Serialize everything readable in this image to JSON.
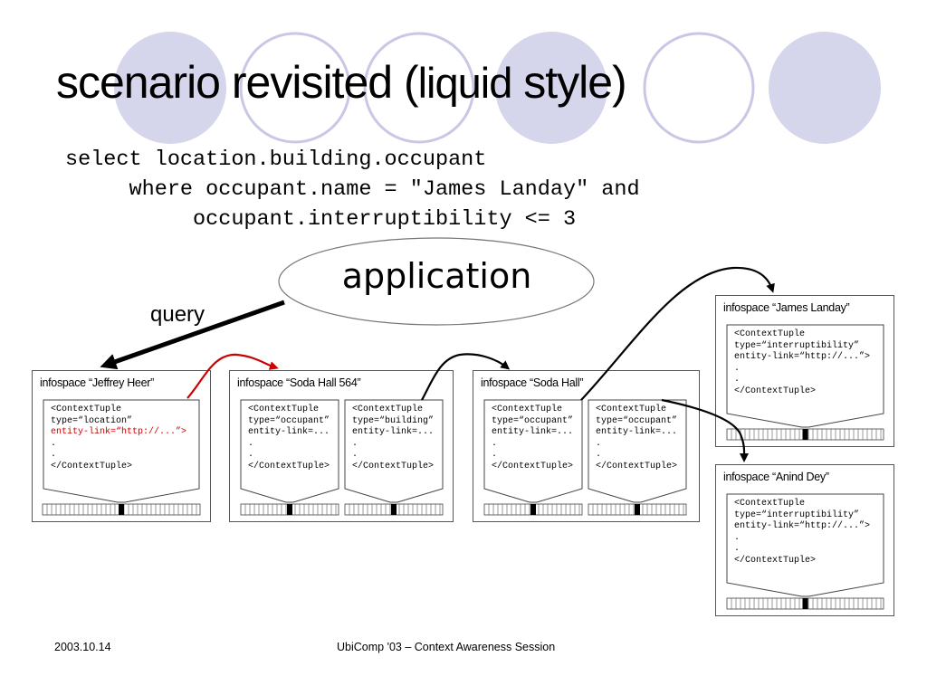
{
  "slide": {
    "title_prefix": "scenario revisited (",
    "title_word": "liquid",
    "title_suffix": " style)",
    "query_lines": [
      "select location.building.occupant",
      "     where occupant.name = \"James Landay\" and",
      "          occupant.interruptibility <= 3"
    ],
    "application_label": "application",
    "query_label": "query"
  },
  "infospaces": [
    {
      "title": "infospace “Jeffrey Heer”",
      "tuples": [
        [
          "<ContextTuple",
          "type=“location”",
          "entity-link=“http://...”>",
          ".",
          ".",
          "</ContextTuple>"
        ]
      ]
    },
    {
      "title": "infospace “Soda Hall 564”",
      "tuples": [
        [
          "<ContextTuple",
          "type=“occupant”",
          "entity-link=...",
          ".",
          ".",
          "</ContextTuple>"
        ],
        [
          "<ContextTuple",
          "type=“building”",
          "entity-link=...",
          ".",
          ".",
          "</ContextTuple>"
        ]
      ]
    },
    {
      "title": "infospace “Soda Hall”",
      "tuples": [
        [
          "<ContextTuple",
          "type=“occupant”",
          "entity-link=...",
          ".",
          ".",
          "</ContextTuple>"
        ],
        [
          "<ContextTuple",
          "type=“occupant”",
          "entity-link=...",
          ".",
          ".",
          "</ContextTuple>"
        ]
      ]
    },
    {
      "title": "infospace “James Landay”",
      "tuples": [
        [
          "<ContextTuple",
          "type=“interruptibility”",
          "entity-link=“http://...”>",
          ".",
          ".",
          "</ContextTuple>"
        ]
      ]
    },
    {
      "title": "infospace “Anind Dey”",
      "tuples": [
        [
          "<ContextTuple",
          "type=“interruptibility”",
          "entity-link=“http://...”>",
          ".",
          ".",
          "</ContextTuple>"
        ]
      ]
    }
  ],
  "footer": {
    "date": "2003.10.14",
    "session": "UbiComp '03 – Context Awareness Session"
  },
  "colors": {
    "circle_fill": "#d5d5ec",
    "circle_stroke": "#c8c8e6",
    "red_arrow": "#cc0000",
    "arrow": "#000000"
  }
}
